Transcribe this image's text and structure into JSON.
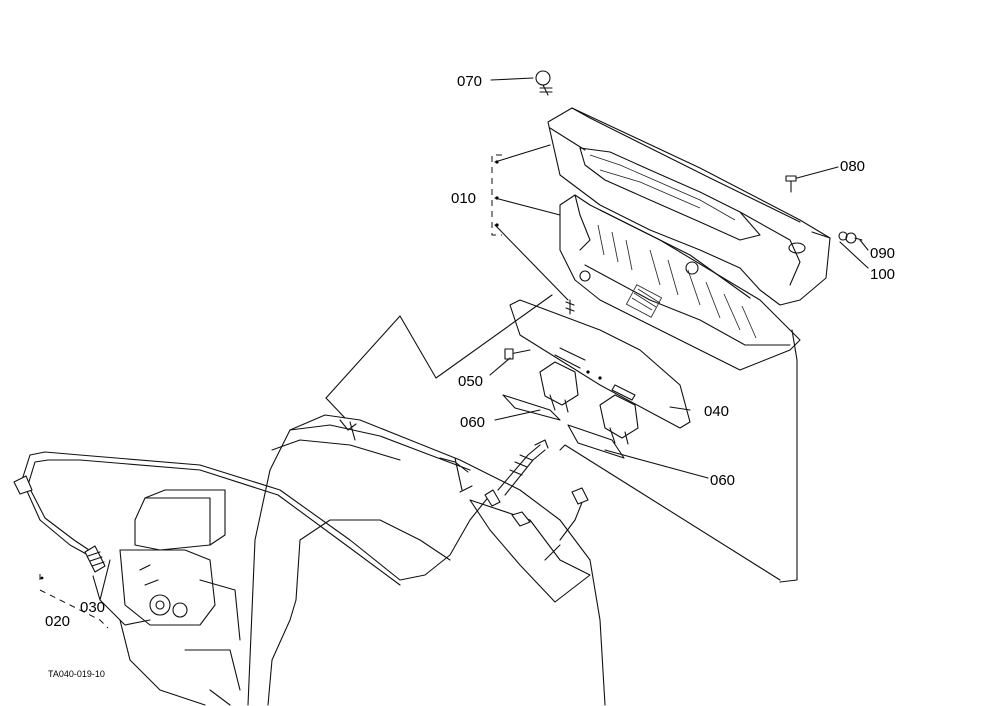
{
  "callouts": {
    "c070": "070",
    "c080": "080",
    "c010": "010",
    "c090": "090",
    "c100": "100",
    "c050": "050",
    "c040": "040",
    "c060a": "060",
    "c060b": "060",
    "c030": "030",
    "c020": "020"
  },
  "drawing_code": "TA040-019-10"
}
